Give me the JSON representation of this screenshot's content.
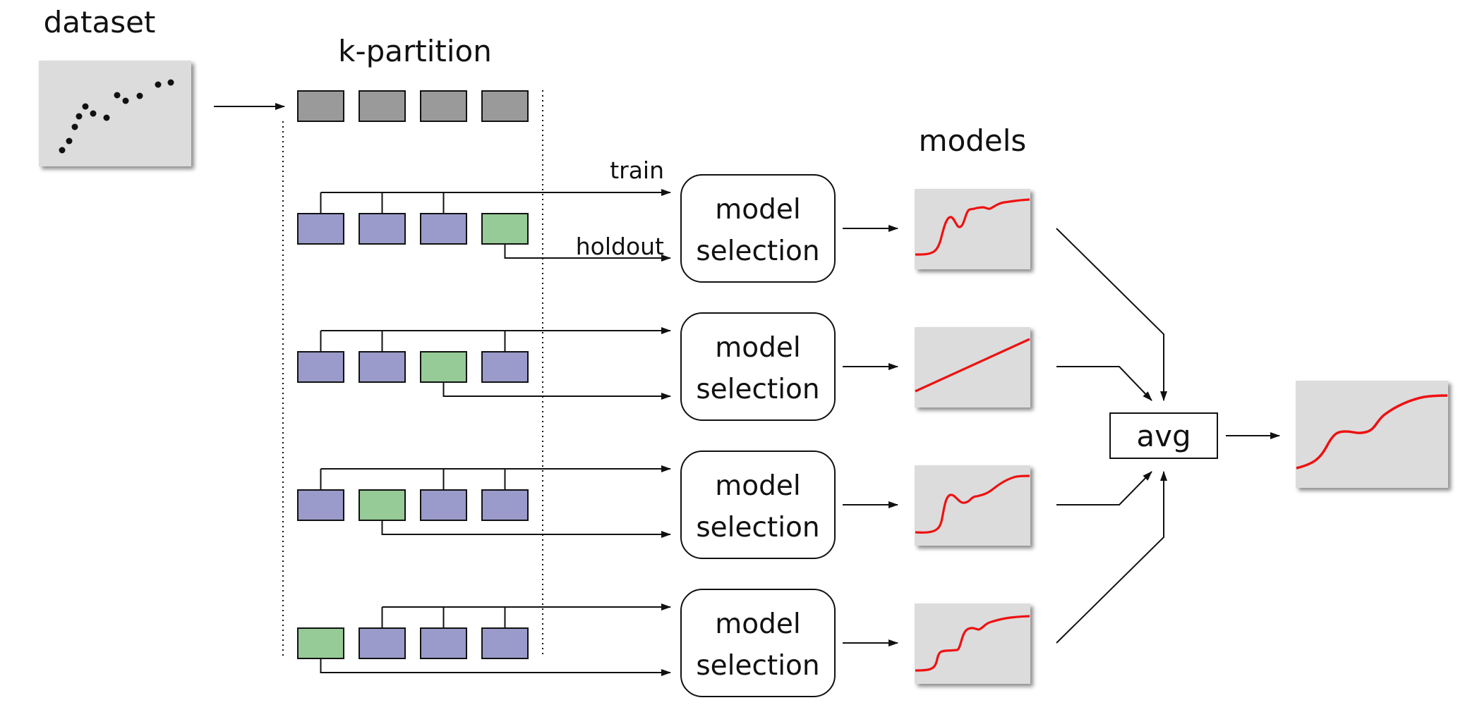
{
  "labels": {
    "dataset": "dataset",
    "partition": "k-partition",
    "models": "models",
    "train": "train",
    "holdout": "holdout",
    "avg": "avg"
  },
  "model_selection": {
    "line1": "model",
    "line2": "selection"
  },
  "folds": [
    {
      "holdout_index": 3
    },
    {
      "holdout_index": 2
    },
    {
      "holdout_index": 1
    },
    {
      "holdout_index": 0
    }
  ],
  "colors": {
    "partition_block": "#9a9a9a",
    "train_block": "#9a9acb",
    "holdout_block": "#96ca96",
    "panel_bg": "#dcdcdc",
    "curve": "#ee1111",
    "line": "#111111"
  }
}
